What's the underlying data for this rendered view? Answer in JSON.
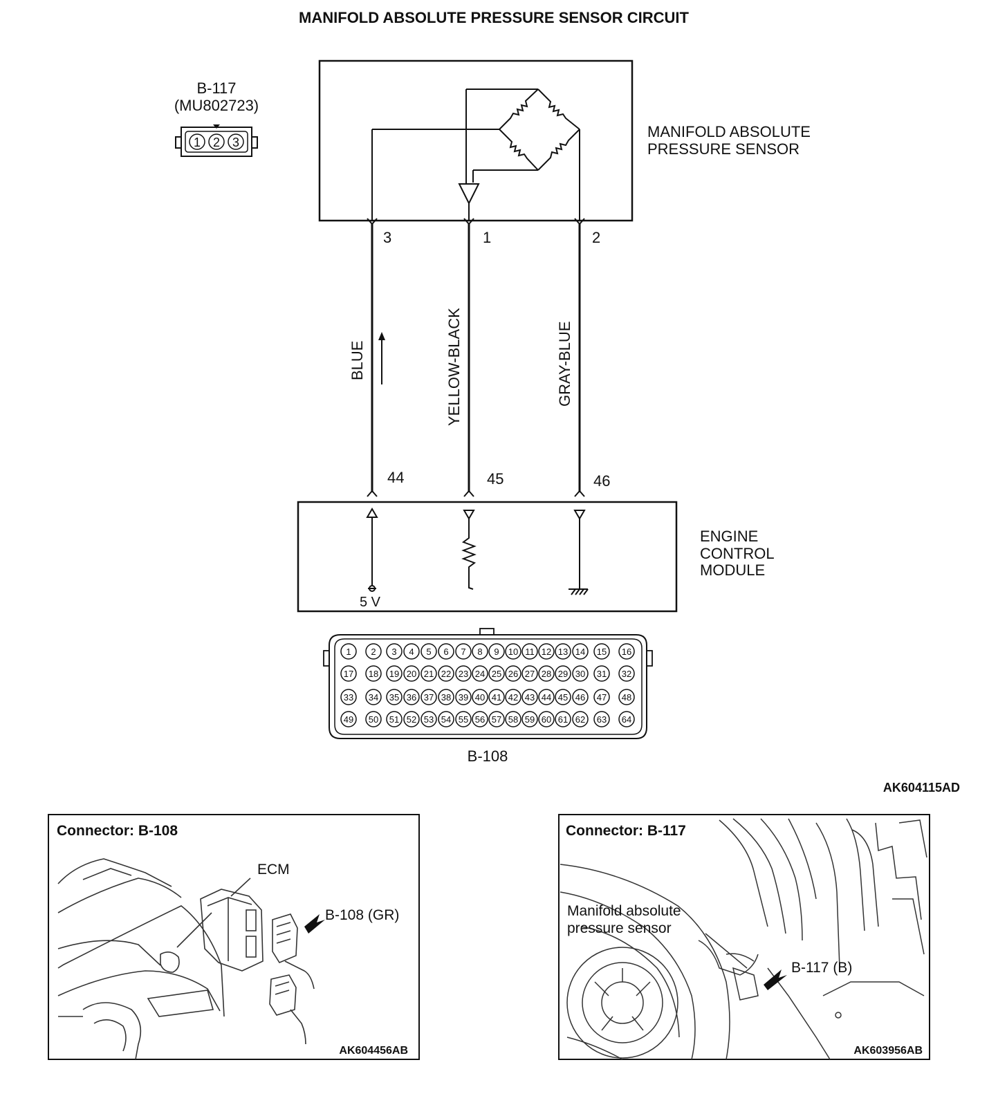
{
  "title": "MANIFOLD ABSOLUTE PRESSURE SENSOR CIRCUIT",
  "sensor_connector": {
    "id": "B-117",
    "part": "(MU802723)",
    "pins": [
      "1",
      "2",
      "3"
    ]
  },
  "sensor": {
    "label_line1": "MANIFOLD ABSOLUTE",
    "label_line2": "PRESSURE SENSOR"
  },
  "sensor_pins": {
    "p3": "3",
    "p1": "1",
    "p2": "2"
  },
  "wires": {
    "left": "BLUE",
    "middle": "YELLOW-BLACK",
    "right": "GRAY-BLUE"
  },
  "ecm_pins": {
    "p44": "44",
    "p45": "45",
    "p46": "46"
  },
  "ecm": {
    "label_line1": "ENGINE",
    "label_line2": "CONTROL",
    "label_line3": "MODULE",
    "voltage": "5 V"
  },
  "ecm_connector": {
    "id": "B-108"
  },
  "figure_code": "AK604115AD",
  "panel_left": {
    "title": "Connector: B-108",
    "ecm_label": "ECM",
    "connector_label": "B-108 (GR)",
    "code": "AK604456AB"
  },
  "panel_right": {
    "title": "Connector: B-117",
    "sensor_label_line1": "Manifold absolute",
    "sensor_label_line2": "pressure sensor",
    "connector_label": "B-117 (B)",
    "code": "AK603956AB"
  },
  "colors": {
    "ink": "#111111",
    "background": "#ffffff"
  }
}
